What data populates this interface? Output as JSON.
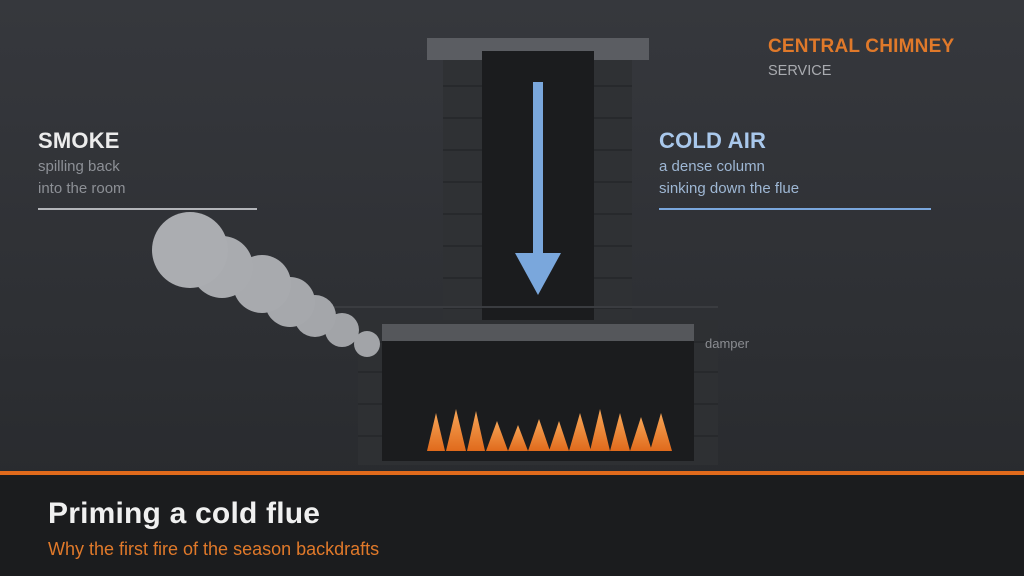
{
  "brand": {
    "title": "CENTRAL CHIMNEY",
    "subtitle": "SERVICE"
  },
  "smoke": {
    "heading": "SMOKE",
    "lines": [
      "spilling back",
      "into the room"
    ]
  },
  "cold_air": {
    "heading": "COLD AIR",
    "lines": [
      "a dense column",
      "sinking down the flue"
    ]
  },
  "damper_label": "damper",
  "footer": {
    "title": "Priming a cold flue",
    "subtitle": "Why the first fire of the season backdrafts"
  },
  "colors": {
    "accent_orange": "#e0792a",
    "cold_air_blue": "#7aa7dc",
    "smoke_gray": "#a6a8ac",
    "flame_orange": "#e8752a",
    "flame_light": "#f6a456",
    "background": "#303236",
    "footer_bg": "#1b1c1e"
  }
}
